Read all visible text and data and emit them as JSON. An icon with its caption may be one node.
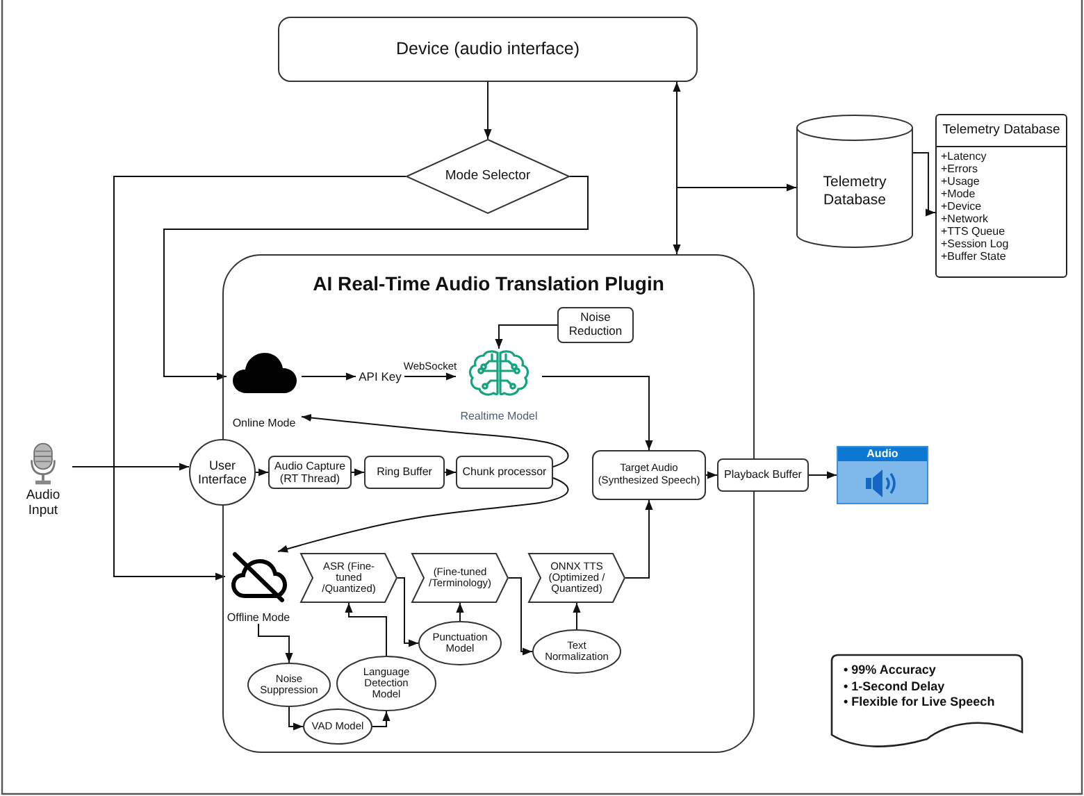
{
  "diagram": {
    "nodes": [
      {
        "text": [
          "Device (audio interface)"
        ]
      },
      {
        "text": [
          "Mode Selector"
        ]
      },
      {
        "text": [
          "Telemetry Database"
        ]
      },
      {
        "text": [
          "Telemetry Database",
          "+Latency",
          "+Errors",
          "+Usage",
          "+Mode",
          "+Device",
          "+Network",
          "+TTS Queue",
          "+Session Log",
          "+Buffer State"
        ]
      },
      {
        "text": [
          "AI Real-Time Audio Translation Plugin"
        ]
      },
      {
        "text": [
          "Audio Input"
        ]
      },
      {
        "text": [
          "Online Mode"
        ],
        "in": 4
      },
      {
        "text": [
          "API Key"
        ],
        "in": 4
      },
      {
        "text": [
          "Realtime Model"
        ],
        "in": 4
      },
      {
        "text": [
          "Noise Reduction"
        ],
        "in": 4
      },
      {
        "text": [
          "User Interface"
        ]
      },
      {
        "text": [
          "Audio Capture (RT Thread)"
        ],
        "in": 4
      },
      {
        "text": [
          "Ring Buffer"
        ],
        "in": 4
      },
      {
        "text": [
          "Chunk processor"
        ],
        "in": 4
      },
      {
        "text": [
          "Target Audio (Synthesized Speech)"
        ],
        "in": 4
      },
      {
        "text": [
          "Playback Buffer"
        ]
      },
      {
        "text": [
          "Audio"
        ]
      },
      {
        "text": [
          "Offline Mode"
        ],
        "in": 4
      },
      {
        "text": [
          "ASR (Fine-tuned /Quantized)"
        ],
        "in": 4
      },
      {
        "text": [
          "(Fine-tuned /Terminology)"
        ],
        "in": 4
      },
      {
        "text": [
          "ONNX TTS (Optimized / Quantized)"
        ],
        "in": 4
      },
      {
        "text": [
          "Punctuation Model"
        ],
        "in": 4
      },
      {
        "text": [
          "Text Normalization"
        ],
        "in": 4
      },
      {
        "text": [
          "Noise Suppression"
        ],
        "in": 4
      },
      {
        "text": [
          "Language Detection Model"
        ],
        "in": 4
      },
      {
        "text": [
          "VAD Model"
        ],
        "in": 4
      },
      {
        "text": [
          "• 99% Accuracy",
          "• 1-Second Delay",
          "• Flexible for Live Speech"
        ]
      }
    ],
    "edges": [
      {
        "from": 0,
        "to": 1,
        "arrow": "to"
      },
      {
        "from": 1,
        "to": 6,
        "arrow": "to"
      },
      {
        "from": 1,
        "to": 17,
        "arrow": "to"
      },
      {
        "from": 0,
        "to": 4,
        "arrow": "both"
      },
      {
        "from": 4,
        "to": 2,
        "arrow": "to"
      },
      {
        "from": 2,
        "to": 3,
        "arrow": "to"
      },
      {
        "from": 5,
        "to": 10,
        "arrow": "to"
      },
      {
        "from": 10,
        "to": 11,
        "arrow": "to"
      },
      {
        "from": 11,
        "to": 12,
        "arrow": "to"
      },
      {
        "from": 12,
        "to": 13,
        "arrow": "to"
      },
      {
        "from": 13,
        "to": 6,
        "arrow": "to"
      },
      {
        "from": 13,
        "to": 17,
        "arrow": "to"
      },
      {
        "from": 6,
        "to": 7,
        "arrow": "to"
      },
      {
        "from": 7,
        "to": 8,
        "arrow": "to",
        "label": "WebSocket"
      },
      {
        "from": 9,
        "to": 8,
        "arrow": "to"
      },
      {
        "from": 8,
        "to": 14,
        "arrow": "to"
      },
      {
        "from": 14,
        "to": 15,
        "arrow": "to"
      },
      {
        "from": 15,
        "to": 16,
        "arrow": "to"
      },
      {
        "from": 17,
        "to": 23,
        "arrow": "to"
      },
      {
        "from": 23,
        "to": 25,
        "arrow": "to"
      },
      {
        "from": 25,
        "to": 24,
        "arrow": "to"
      },
      {
        "from": 24,
        "to": 18,
        "arrow": "to"
      },
      {
        "from": 18,
        "to": 21,
        "arrow": "to"
      },
      {
        "from": 21,
        "to": 19,
        "arrow": "to"
      },
      {
        "from": 19,
        "to": 22,
        "arrow": "to"
      },
      {
        "from": 22,
        "to": 20,
        "arrow": "to"
      },
      {
        "from": 20,
        "to": 14,
        "arrow": "to"
      }
    ]
  }
}
